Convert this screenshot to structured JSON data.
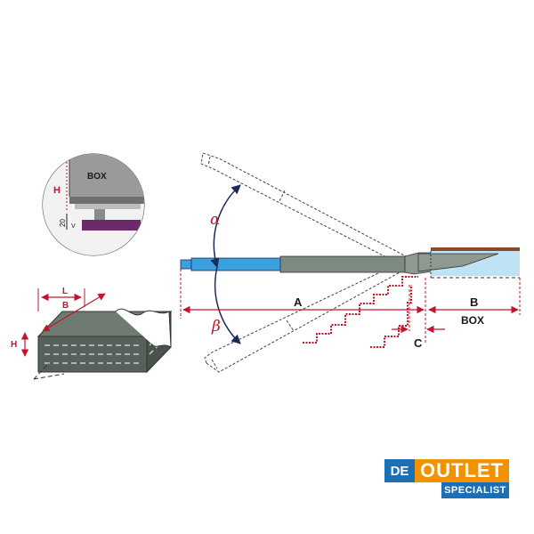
{
  "labels": {
    "alpha": "α",
    "beta": "β",
    "dim_a": "A",
    "dim_b": "B",
    "dim_c": "C",
    "box_main": "BOX",
    "inset_box": "BOX",
    "inset_h": "H",
    "inset_20": "20",
    "inset_v": "V",
    "box3d_l": "L",
    "box3d_b": "B",
    "box3d_h": "H"
  },
  "logo": {
    "de": "DE",
    "outlet": "OUTLET",
    "specialist": "SPECIALIST"
  },
  "colors": {
    "red": "#c0152a",
    "navy": "#1c2a5a",
    "blue_rod": "#3aa0e0",
    "tube": "#7d8a7f",
    "box_fill": "#bfe3f5",
    "teak": "#8a4a2a",
    "purple": "#6b2a6b"
  }
}
